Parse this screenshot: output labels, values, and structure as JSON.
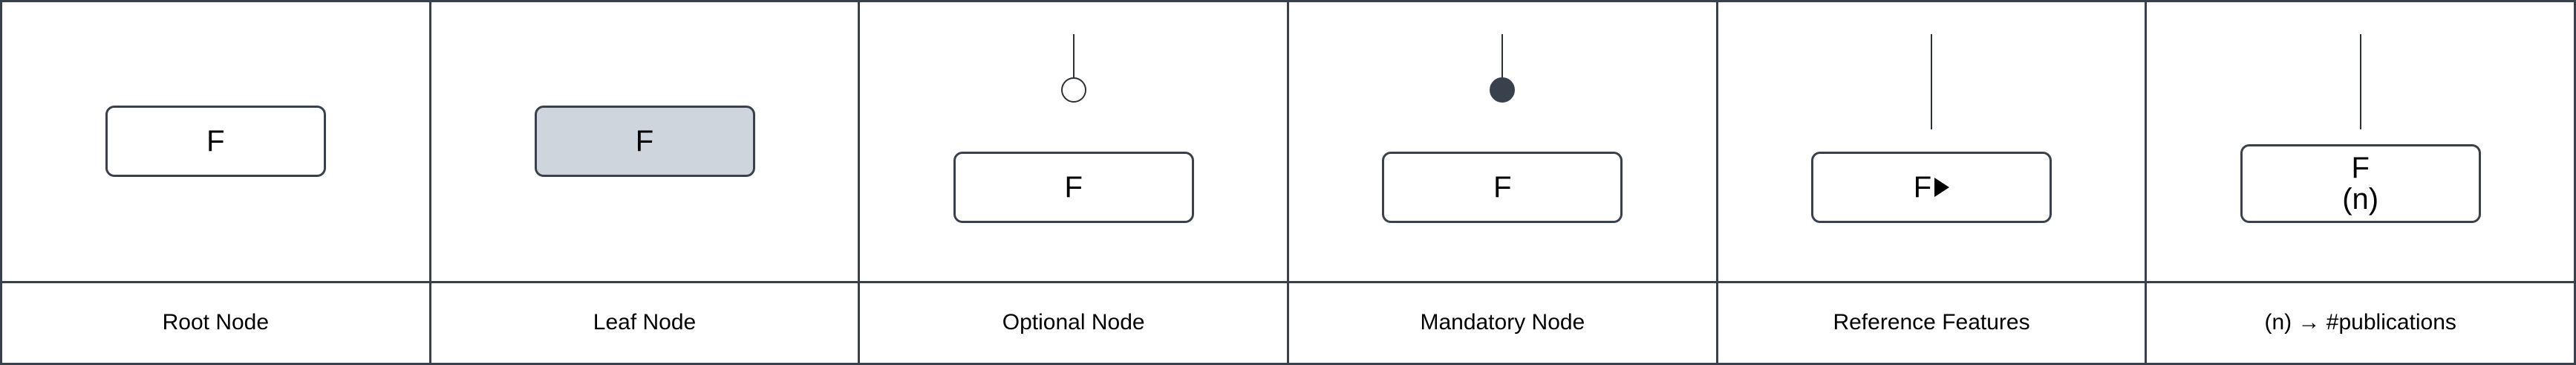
{
  "legend": {
    "columns": [
      {
        "id": "root-node",
        "node_label": "F",
        "node_sub": "",
        "caption": "Root Node",
        "fill": "#ffffff",
        "connector": "none",
        "marker": "none",
        "reference_arrow": false
      },
      {
        "id": "leaf-node",
        "node_label": "F",
        "node_sub": "",
        "caption": "Leaf Node",
        "fill": "#ced5dd",
        "connector": "none",
        "marker": "none",
        "reference_arrow": false
      },
      {
        "id": "optional-node",
        "node_label": "F",
        "node_sub": "",
        "caption": "Optional Node",
        "fill": "#ffffff",
        "connector": "line",
        "marker": "hollow-circle",
        "reference_arrow": false
      },
      {
        "id": "mandatory-node",
        "node_label": "F",
        "node_sub": "",
        "caption": "Mandatory Node",
        "fill": "#ffffff",
        "connector": "line",
        "marker": "filled-circle",
        "reference_arrow": false
      },
      {
        "id": "reference-features",
        "node_label": "F",
        "node_sub": "",
        "caption": "Reference Features",
        "fill": "#ffffff",
        "connector": "line",
        "marker": "none",
        "reference_arrow": true
      },
      {
        "id": "publications-count",
        "node_label": "F",
        "node_sub": "(n)",
        "caption": "(n) → #publications",
        "fill": "#ffffff",
        "connector": "line",
        "marker": "none",
        "reference_arrow": false
      }
    ]
  },
  "colors": {
    "border": "#39414c",
    "stroke": "#2c3138",
    "leaf_fill": "#ced5dd",
    "background": "#ffffff",
    "text": "#000000"
  }
}
